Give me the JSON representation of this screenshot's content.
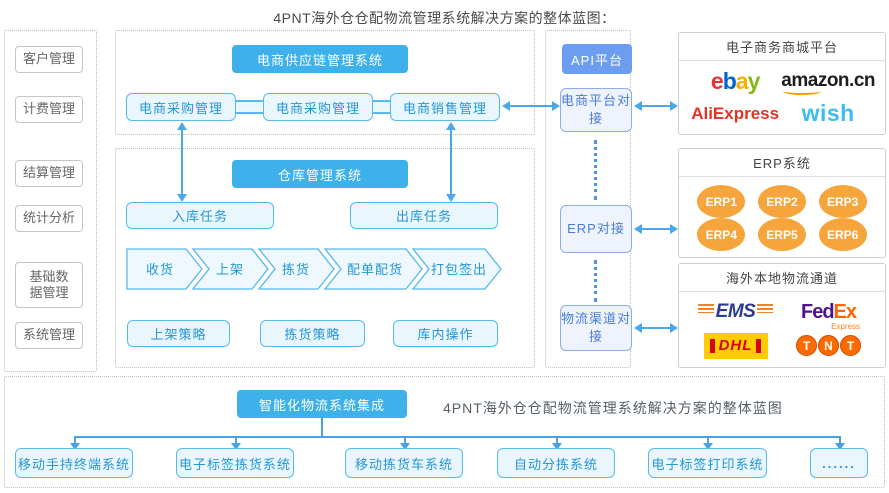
{
  "title": "4PNT海外仓仓配物流管理系统解决方案的整体蓝图：",
  "colors": {
    "header_blue": "#3fb1ea",
    "api_blue": "#6d9df1",
    "node_fill": "#e9f6fd",
    "node_border": "#5ab9ec",
    "node_text": "#2596d8",
    "arrow_blue": "#49a8e9",
    "erp_orange": "#f5a53c"
  },
  "sidebar": {
    "items": [
      "客户管理",
      "计费管理",
      "结算管理",
      "统计分析",
      "基础数据管理",
      "系统管理"
    ]
  },
  "supply_chain": {
    "header": "电商供应链管理系统",
    "boxes": [
      "电商采购管理",
      "电商采购管理",
      "电商销售管理"
    ]
  },
  "wms": {
    "header": "仓库管理系统",
    "tasks": [
      "入库任务",
      "出库任务"
    ],
    "process": [
      "收货",
      "上架",
      "拣货",
      "配单配货",
      "打包签出"
    ],
    "strategies": [
      "上架策略",
      "拣货策略",
      "库内操作"
    ]
  },
  "api": {
    "header": "API平台",
    "nodes": [
      "电商平台对接",
      "ERP对接",
      "物流渠道对接"
    ]
  },
  "mall": {
    "header": "电子商务商城平台",
    "ebay_letters": [
      "e",
      "b",
      "a",
      "y"
    ],
    "amazon": "amazon.cn",
    "aliexpress": "AliExpress",
    "wish": "wish"
  },
  "erp": {
    "header": "ERP系统",
    "items": [
      "ERP1",
      "ERP2",
      "ERP3",
      "ERP4",
      "ERP5",
      "ERP6"
    ]
  },
  "logistics": {
    "header": "海外本地物流通道",
    "ems": "EMS",
    "fedex": {
      "fed": "Fed",
      "ex": "Ex",
      "sub": "Express"
    },
    "dhl": "DHL",
    "tnt_letters": [
      "T",
      "N",
      "T"
    ]
  },
  "integration": {
    "header": "智能化物流系统集成",
    "caption": "4PNT海外仓仓配物流管理系统解决方案的整体蓝图",
    "systems": [
      "移动手持终端系统",
      "电子标签拣货系统",
      "移动拣货车系统",
      "自动分拣系统",
      "电子标签打印系统",
      "......"
    ]
  }
}
